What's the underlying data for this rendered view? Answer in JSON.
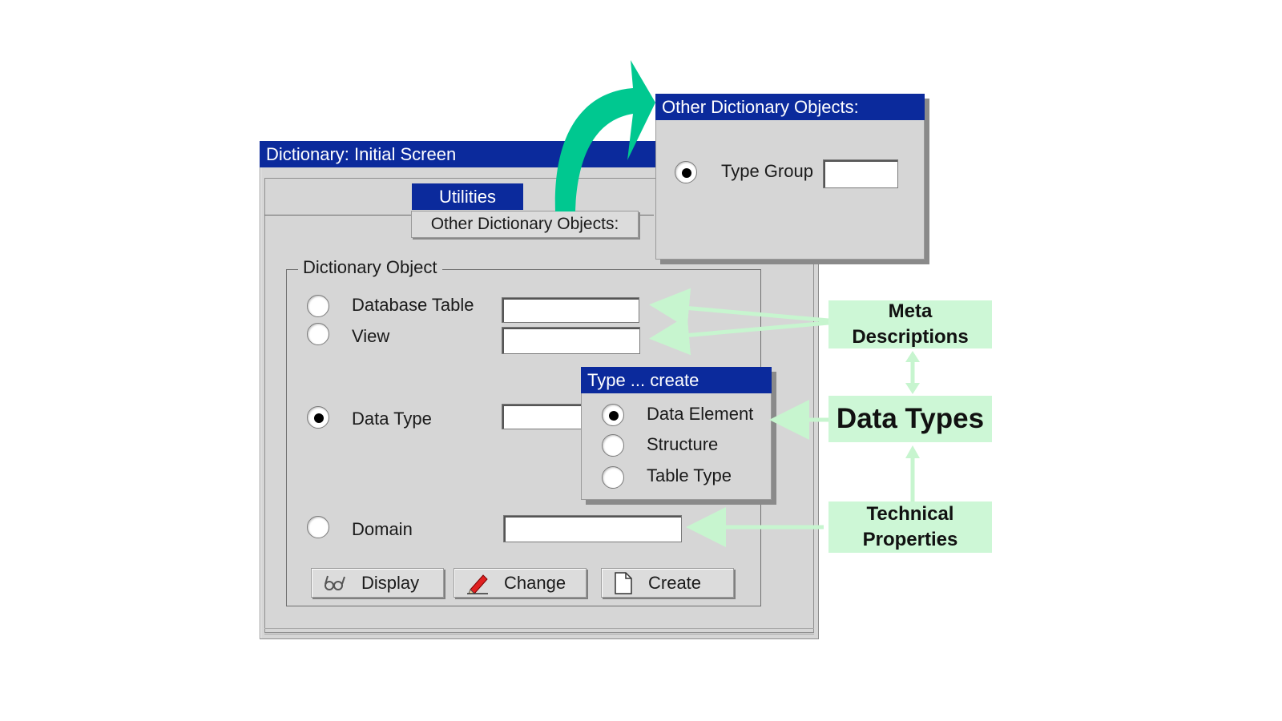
{
  "window": {
    "title": "Dictionary: Initial Screen"
  },
  "menu": {
    "utilities_label": "Utilities",
    "item_label": "Other Dictionary Objects:"
  },
  "dictionary_object": {
    "group_label": "Dictionary Object",
    "options": [
      {
        "label": "Database Table",
        "selected": false
      },
      {
        "label": "View",
        "selected": false
      },
      {
        "label": "Data Type",
        "selected": true
      },
      {
        "label": "Domain",
        "selected": false
      }
    ]
  },
  "buttons": {
    "display": "Display",
    "change": "Change",
    "create": "Create"
  },
  "other_objects_popup": {
    "title": "Other Dictionary Objects:",
    "option_label": "Type Group",
    "option_selected": true
  },
  "type_create_popup": {
    "title": "Type ... create",
    "options": [
      {
        "label": "Data Element",
        "selected": true
      },
      {
        "label": "Structure",
        "selected": false
      },
      {
        "label": "Table Type",
        "selected": false
      }
    ]
  },
  "annotations": {
    "meta_line1": "Meta",
    "meta_line2": "Descriptions",
    "data_types": "Data Types",
    "tech_line1": "Technical",
    "tech_line2": "Properties"
  },
  "colors": {
    "titlebar": "#0b2a9c",
    "window_bg": "#d6d6d6",
    "annotation_bg": "#cdf7d6",
    "arrow_light_green": "#c7f5cf",
    "arrow_teal": "#00c890"
  },
  "icons": {
    "display": "glasses-icon",
    "change": "pencil-icon",
    "create": "blank-document-icon"
  }
}
